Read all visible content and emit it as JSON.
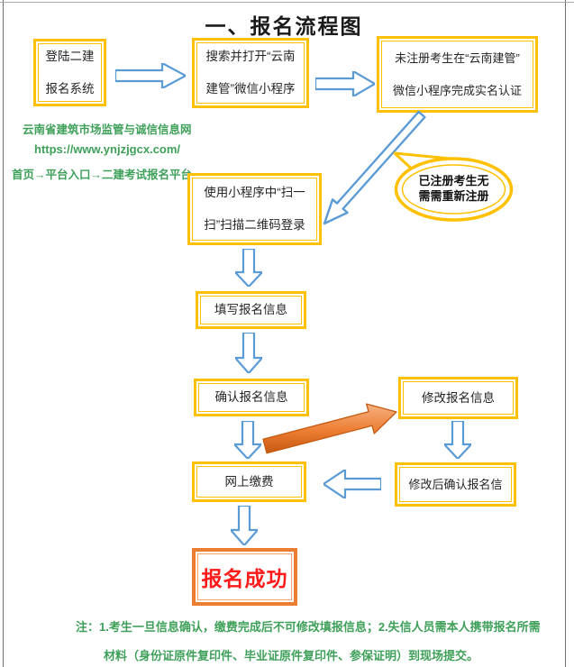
{
  "title": "一、报名流程图",
  "flow": {
    "login": {
      "line1": "登陆二建",
      "line2": "报名系统"
    },
    "search": {
      "line1": "搜索并打开“云南",
      "line2": "建管”微信小程序"
    },
    "register": {
      "line1": "未注册考生在“云南建管”",
      "line2": "微信小程序完成实名认证"
    },
    "scan": {
      "line1": "使用小程序中“扫一",
      "line2": "扫”扫描二维码登录"
    },
    "fill": {
      "label": "填写报名信息"
    },
    "confirm": {
      "label": "确认报名信息"
    },
    "modify": {
      "label": "修改报名信息"
    },
    "pay": {
      "label": "网上缴费"
    },
    "reconfirm": {
      "label": "修改后确认报名信"
    },
    "success": {
      "label": "报名成功"
    }
  },
  "callout": {
    "line1": "已注册考生无",
    "line2": "需需重新注册"
  },
  "site_info": {
    "name": "云南省建筑市场监管与诚信信息网",
    "url": "https://www.ynjzjgcx.com/",
    "path": "首页→平台入口→二建考试报名平台"
  },
  "notes": {
    "line1": "注：1.考生一旦信息确认，缴费完成后不可修改填报信息；2.失信人员需本人携带报名所需",
    "line2": "材料（身份证原件复印件、毕业证原件复印件、参保证明）到现场提交。"
  },
  "icons": {
    "arrow_right": "→",
    "arrow_left": "←",
    "arrow_down": "↓",
    "arrow_diagonal_down_left": "↙",
    "arrow_orange_up_right": "↗"
  },
  "colors": {
    "box_border_gold": "#FFC000",
    "arrow_blue": "#5B9BD5",
    "orange": "#ED7D31",
    "success_red": "#FF1A1A",
    "doc_green": "#3FA05A"
  }
}
